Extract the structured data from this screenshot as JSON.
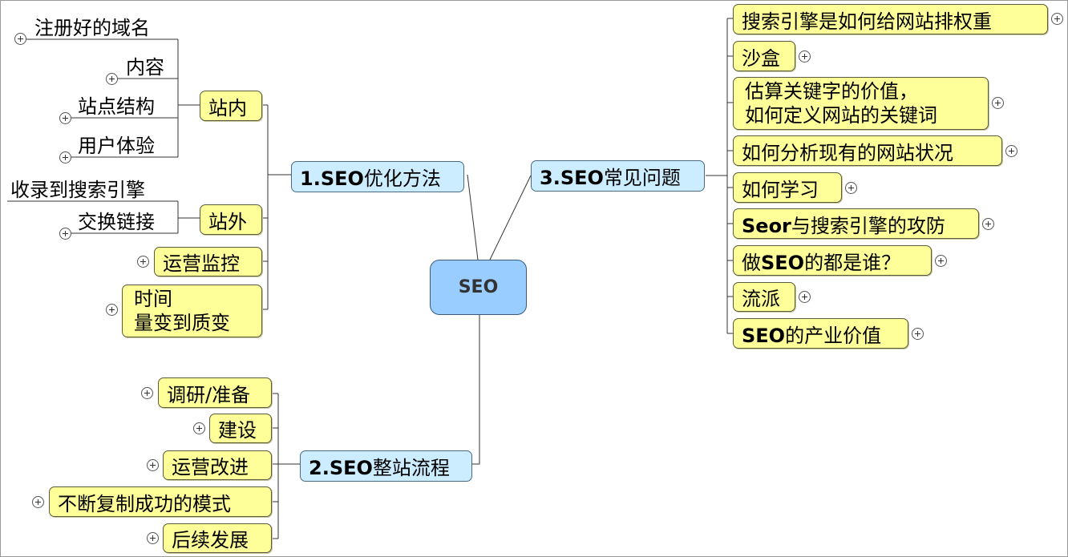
{
  "root": {
    "label": "SEO"
  },
  "branches": {
    "optimize": {
      "label": "1.SEO优化方法"
    },
    "process": {
      "label": "2.SEO整站流程"
    },
    "faq": {
      "label": "3.SEO常见问题"
    }
  },
  "optimize_children": {
    "onsite": {
      "label": "站内",
      "items": [
        "注册好的域名",
        "内容",
        "站点结构",
        "用户体验"
      ]
    },
    "offsite": {
      "label": "站外",
      "items": [
        "收录到搜索引擎",
        "交换链接"
      ]
    },
    "monitor": {
      "label": "运营监控"
    },
    "time": {
      "label": "时间\n量变到质变"
    }
  },
  "process_children": [
    "调研/准备",
    "建设",
    "运营改进",
    "不断复制成功的模式",
    "后续发展"
  ],
  "faq_children": [
    "搜索引擎是如何给网站排权重",
    "沙盒",
    "估算关键字的价值，\n如何定义网站的关键词",
    "如何分析现有的网站状况",
    "如何学习",
    "Seor与搜索引擎的攻防",
    "做SEO的都是谁？",
    "流派",
    "SEO的产业价值"
  ],
  "colors": {
    "root": "#99CCFF",
    "branch": "#CCECFF",
    "leaf": "#FFFF99",
    "line": "#333333"
  },
  "icons": {
    "expander": "plus-circle-icon"
  }
}
